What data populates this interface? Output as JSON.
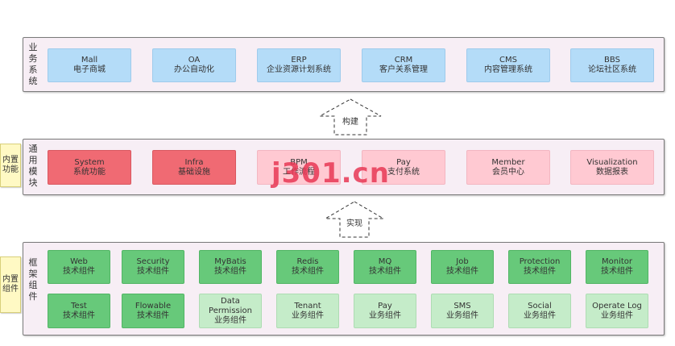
{
  "layers": {
    "business": {
      "label": "业务系统"
    },
    "common": {
      "label": "通用模块"
    },
    "framework": {
      "label": "框架组件"
    }
  },
  "tags": {
    "builtin_features": "内置功能",
    "builtin_components": "内置组件"
  },
  "arrows": {
    "build": "构建",
    "implement": "实现"
  },
  "business_modules": [
    {
      "en": "Mall",
      "zh": "电子商城"
    },
    {
      "en": "OA",
      "zh": "办公自动化"
    },
    {
      "en": "ERP",
      "zh": "企业资源计划系统"
    },
    {
      "en": "CRM",
      "zh": "客户关系管理"
    },
    {
      "en": "CMS",
      "zh": "内容管理系统"
    },
    {
      "en": "BBS",
      "zh": "论坛社区系统"
    }
  ],
  "common_modules": [
    {
      "en": "System",
      "zh": "系统功能"
    },
    {
      "en": "Infra",
      "zh": "基础设施"
    },
    {
      "en": "BPM",
      "zh": "工作流程"
    },
    {
      "en": "Pay",
      "zh": "支付系统"
    },
    {
      "en": "Member",
      "zh": "会员中心"
    },
    {
      "en": "Visualization",
      "zh": "数据报表"
    }
  ],
  "framework_row1": [
    {
      "en": "Web",
      "zh": "技术组件"
    },
    {
      "en": "Security",
      "zh": "技术组件"
    },
    {
      "en": "MyBatis",
      "zh": "技术组件"
    },
    {
      "en": "Redis",
      "zh": "技术组件"
    },
    {
      "en": "MQ",
      "zh": "技术组件"
    },
    {
      "en": "Job",
      "zh": "技术组件"
    },
    {
      "en": "Protection",
      "zh": "技术组件"
    },
    {
      "en": "Monitor",
      "zh": "技术组件"
    }
  ],
  "framework_row2": [
    {
      "en": "Test",
      "zh": "技术组件"
    },
    {
      "en": "Flowable",
      "zh": "技术组件"
    },
    {
      "en": "Data Permission",
      "zh": "业务组件"
    },
    {
      "en": "Tenant",
      "zh": "业务组件"
    },
    {
      "en": "Pay",
      "zh": "业务组件"
    },
    {
      "en": "SMS",
      "zh": "业务组件"
    },
    {
      "en": "Social",
      "zh": "业务组件"
    },
    {
      "en": "Operate Log",
      "zh": "业务组件"
    }
  ],
  "watermark": "j301.cn",
  "colors": {
    "blue": "#b4dcf8",
    "red": "#f06a73",
    "pink": "#ffc9d2",
    "green": "#67c97a",
    "light_green": "#c5ecc9",
    "layer_bg": "#f7eef5",
    "tag_bg": "#fff9c4"
  }
}
